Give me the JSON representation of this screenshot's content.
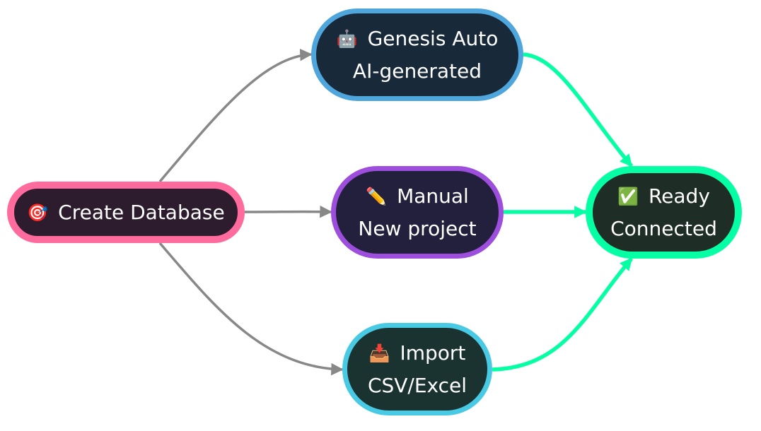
{
  "diagram": {
    "type": "flowchart",
    "nodes": [
      {
        "id": "create",
        "icon": "🎯",
        "icon_name": "target-icon",
        "lines": [
          "Create Database"
        ],
        "border": "#ff6b9d",
        "fill": "#2d1b2e"
      },
      {
        "id": "genesis",
        "icon": "🤖",
        "icon_name": "robot-icon",
        "lines": [
          "Genesis Auto",
          "AI-generated"
        ],
        "border": "#4ea6dc",
        "fill": "#182a3a"
      },
      {
        "id": "manual",
        "icon": "✏️",
        "icon_name": "pencil-icon",
        "lines": [
          "Manual",
          "New project"
        ],
        "border": "#9d4edd",
        "fill": "#22203c"
      },
      {
        "id": "import",
        "icon": "📥",
        "icon_name": "inbox-tray-icon",
        "lines": [
          "Import",
          "CSV/Excel"
        ],
        "border": "#48cae4",
        "fill": "#1b3330"
      },
      {
        "id": "ready",
        "icon": "✅",
        "icon_name": "check-mark-icon",
        "lines": [
          "Ready",
          "Connected"
        ],
        "border": "#06ffa5",
        "fill": "#1e2e26"
      }
    ],
    "edges": [
      {
        "from": "create",
        "to": "genesis",
        "color": "#888888"
      },
      {
        "from": "create",
        "to": "manual",
        "color": "#888888"
      },
      {
        "from": "create",
        "to": "import",
        "color": "#888888"
      },
      {
        "from": "genesis",
        "to": "ready",
        "color": "#06ffa5"
      },
      {
        "from": "manual",
        "to": "ready",
        "color": "#06ffa5"
      },
      {
        "from": "import",
        "to": "ready",
        "color": "#06ffa5"
      }
    ]
  }
}
